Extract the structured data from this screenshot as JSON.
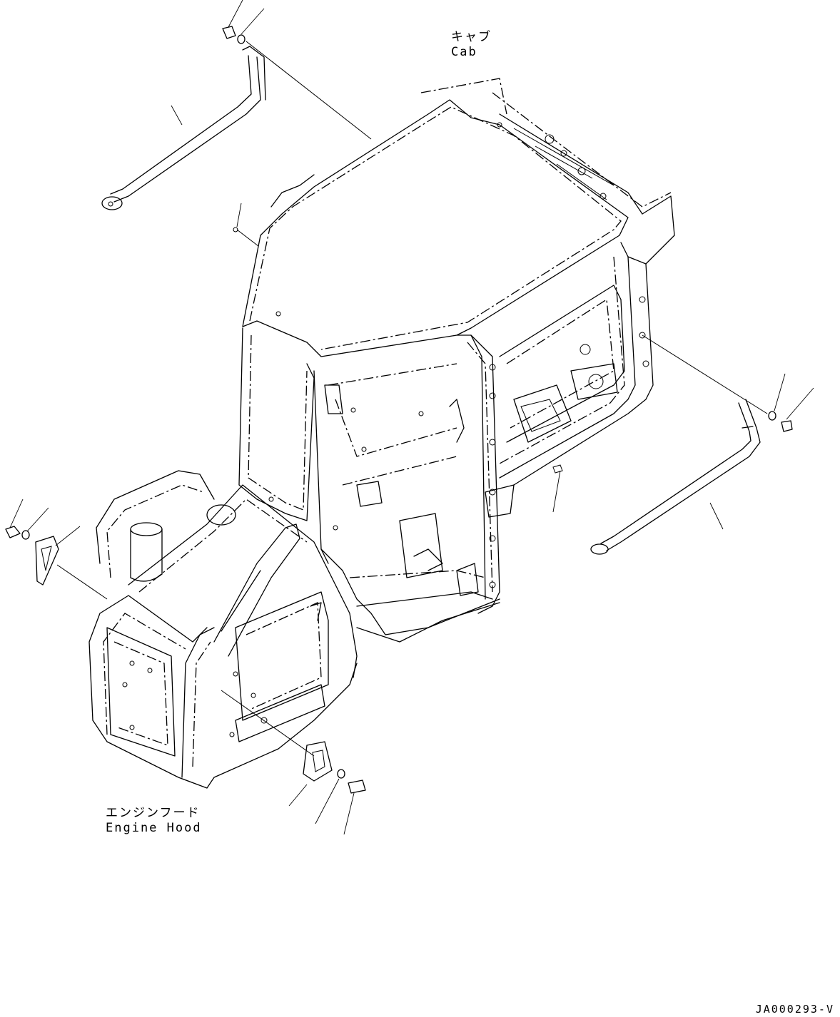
{
  "labels": {
    "cab_jp": "キャブ",
    "cab_en": "Cab",
    "hood_jp": "エンジンフード",
    "hood_en": "Engine Hood"
  },
  "drawing_code": "JA000293-V",
  "colors": {
    "line": "#000000",
    "background": "#ffffff"
  }
}
